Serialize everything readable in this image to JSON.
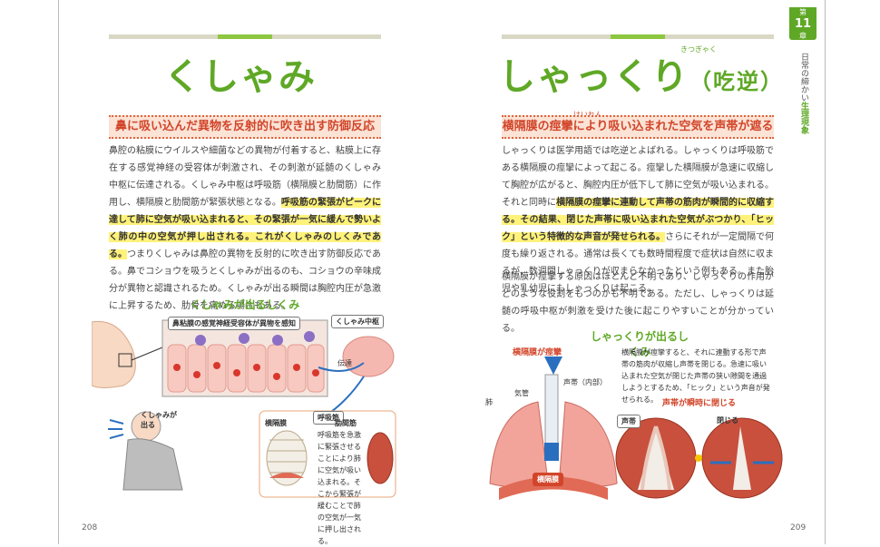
{
  "left": {
    "title": "くしゃみ",
    "subtitle": "鼻に吸い込んだ異物を反射的に吹き出す防御反応",
    "para_p1": "鼻腔の粘膜にウイルスや細菌などの異物が付着すると、粘膜上に存在する感覚神経の受容体が刺激され、その刺激が延髄のくしゃみ中枢に伝達される。くしゃみ中枢は呼吸筋（横隔膜と肋間筋）に作用し、横隔膜と肋間筋が緊張状態となる。",
    "para_hl": "呼吸筋の緊張がピークに達して肺に空気が吸い込まれると、その緊張が一気に緩んで勢いよく肺の中の空気が押し出される。これがくしゃみのしくみである。",
    "para_p2": "つまりくしゃみは鼻腔の異物を反射的に吹き出す防御反応である。鼻でコショウを吸うとくしゃみが出るのも、コショウの辛味成分が異物と認識されるため。くしゃみが出る瞬間は胸腔内圧が急激に上昇するため、肋骨を痛める場合もある。",
    "fig_title": "くしゃみが出るしくみ",
    "fig": {
      "mucosa": "鼻粘膜の感覚神経受容体が異物を感知",
      "center": "くしゃみ中枢",
      "transmit": "伝達",
      "resp": "呼吸筋",
      "sneeze": "くしゃみが出る",
      "diaphragm": "横隔膜",
      "intercostal": "肋間筋",
      "note": "呼吸筋を急激に緊張させることにより肺に空気が吸い込まれる。そこから緊張が緩むことで肺の空気が一気に押し出される。"
    },
    "page_number": "208"
  },
  "right": {
    "title": "しゃっくり",
    "title_paren": "（吃逆）",
    "title_ruby": "きつぎゃく",
    "subtitle": "横隔膜の痙攣により吸い込まれた空気を声帯が遮る",
    "subtitle_ruby": "けいれん",
    "para_p1": "しゃっくりは医学用語では吃逆とよばれる。しゃっくりは呼吸筋である横隔膜の痙攣によって起こる。痙攣した横隔膜が急速に収縮して胸腔が広がると、胸腔内圧が低下して肺に空気が吸い込まれる。それと同時に",
    "para_hl": "横隔膜の痙攣に連動して声帯の筋肉が瞬間的に収縮する。その結果、閉じた声帯に吸い込まれた空気がぶつかり、「ヒック」という特徴的な声音が発せられる。",
    "para_p2": "さらにそれが一定間隔で何度も繰り返される。通常は長くても数時間程度で症状は自然に収まるが、数週間しゃっくりが収まらなかったという例もある。また胎児や乳幼児にもしゃっくりは起こる。",
    "para_p3": "横隔膜が痙攣する原因はほとんど不明であり、しゃっくりの作用がどのような役割をもつのかも不明である。ただし、しゃっくりは延髄の呼吸中枢が刺激を受けた後に起こりやすいことが分かっている。",
    "fig_title": "しゃっくりが出るしくみ",
    "fig": {
      "spasm": "横隔膜が痙攣",
      "airway": "気管",
      "cords": "声帯（内部）",
      "lung": "肺",
      "diaphragm": "横隔膜",
      "note": "横隔膜が痙攣すると、それに連動する形で声帯の筋肉が収縮し声帯を閉じる。急速に吸い込まれた空気が閉じた声帯の狭い隙間を通過しようとするため、「ヒック」という声音が発せられる。",
      "closing": "声帯が瞬時に閉じる",
      "vocal": "声帯",
      "closed": "閉じる"
    },
    "page_number": "209"
  },
  "tab": {
    "chapter_prefix": "第",
    "chapter_num": "11",
    "chapter_suffix": "章",
    "side_text_a": "日常の締かい",
    "side_text_b": "生理現象"
  }
}
